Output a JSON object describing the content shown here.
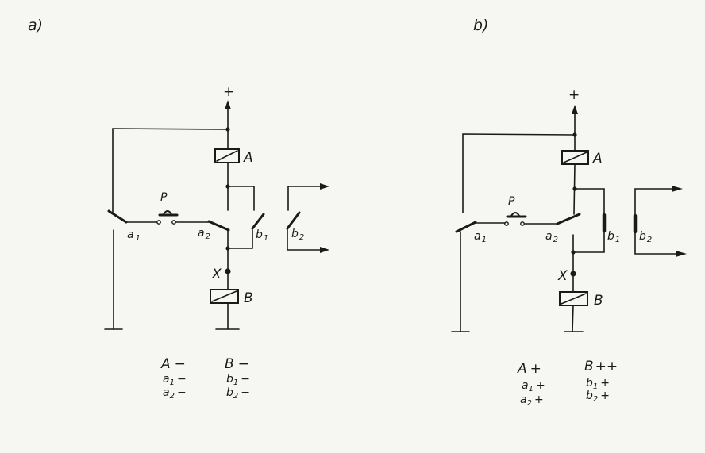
{
  "panels": [
    {
      "id": "a",
      "title": "a)",
      "supply": "+",
      "relay_a": "A",
      "relay_b": "B",
      "node_x": "X",
      "pushbutton": "P",
      "contacts": {
        "a1": {
          "base": "a",
          "sub": "1"
        },
        "a2": {
          "base": "a",
          "sub": "2"
        },
        "b1": {
          "base": "b",
          "sub": "1"
        },
        "b2": {
          "base": "b",
          "sub": "2"
        }
      },
      "states": [
        {
          "base": "A",
          "sub": "",
          "sign": "−"
        },
        {
          "base": "B",
          "sub": "",
          "sign": "−"
        },
        {
          "base": "a",
          "sub": "1",
          "sign": "−"
        },
        {
          "base": "b",
          "sub": "1",
          "sign": "−"
        },
        {
          "base": "a",
          "sub": "2",
          "sign": "−"
        },
        {
          "base": "b",
          "sub": "2",
          "sign": "−"
        }
      ]
    },
    {
      "id": "b",
      "title": "b)",
      "supply": "+",
      "relay_a": "A",
      "relay_b": "B",
      "node_x": "X",
      "pushbutton": "P",
      "contacts": {
        "a1": {
          "base": "a",
          "sub": "1"
        },
        "a2": {
          "base": "a",
          "sub": "2"
        },
        "b1": {
          "base": "b",
          "sub": "1"
        },
        "b2": {
          "base": "b",
          "sub": "2"
        }
      },
      "states": [
        {
          "base": "A",
          "sub": "",
          "sign": "+"
        },
        {
          "base": "B",
          "sub": "",
          "sign": "++"
        },
        {
          "base": "a",
          "sub": "1",
          "sign": "+"
        },
        {
          "base": "b",
          "sub": "1",
          "sign": "+"
        },
        {
          "base": "a",
          "sub": "2",
          "sign": "+"
        },
        {
          "base": "b",
          "sub": "2",
          "sign": "+"
        }
      ]
    }
  ]
}
